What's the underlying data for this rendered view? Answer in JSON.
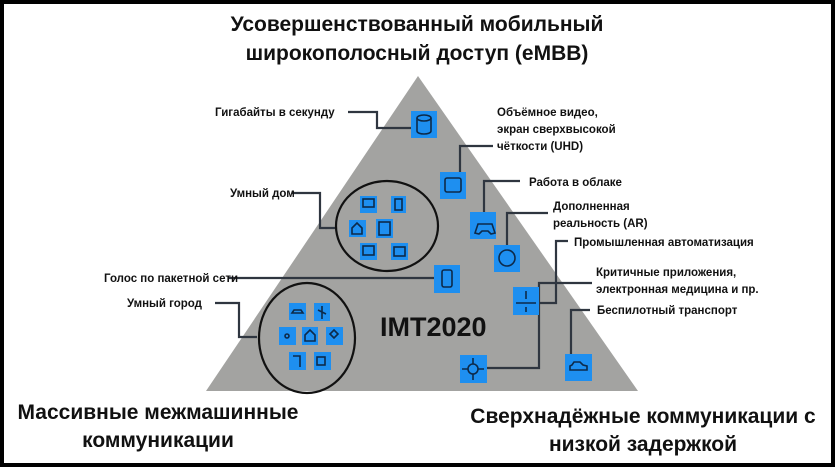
{
  "titles": {
    "top_line1": "Усовершенствованный мобильный",
    "top_line2": "широкополосный доступ (eMBB)",
    "bottom_left_line1": "Массивные межмашинные",
    "bottom_left_line2": "коммуникации",
    "bottom_right_line1": "Сверхнадёжные коммуникации с",
    "bottom_right_line2": "низкой задержкой",
    "center": "IMT2020"
  },
  "labels": {
    "gigabytes": "Гигабайты в секунду",
    "uhd_1": "Объёмное видео,",
    "uhd_2": "экран сверхвысокой",
    "uhd_3": "чёткости (UHD)",
    "cloud": "Работа в облаке",
    "ar_1": "Дополненная",
    "ar_2": "реальность (AR)",
    "industrial": "Промышленная автоматизация",
    "critical_1": "Критичные приложения,",
    "critical_2": "электронная медицина и пр.",
    "autonomous": "Беспилотный транспорт",
    "smart_home": "Умный дом",
    "voip": "Голос по пакетной сети",
    "smart_city": "Умный город"
  },
  "colors": {
    "triangle": "#a3a3a1",
    "icon": "#1e8ff0",
    "line": "#2f3640"
  }
}
